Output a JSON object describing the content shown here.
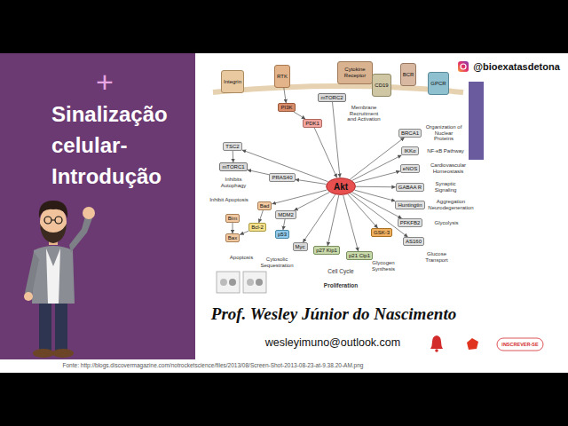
{
  "diagram": {
    "title": "Sinalização celular- Introdução",
    "nodes": [
      {
        "text": [
          "Integrin"
        ]
      },
      {
        "text": [
          "RTK"
        ]
      },
      {
        "text": [
          "Cytokine Receptor"
        ]
      },
      {
        "text": [
          "CD19"
        ]
      },
      {
        "text": [
          "BCR"
        ]
      },
      {
        "text": [
          "GPCR"
        ]
      },
      {
        "text": [
          "mTORC2"
        ]
      },
      {
        "text": [
          "PI3K"
        ]
      },
      {
        "text": [
          "PDK1"
        ]
      },
      {
        "text": [
          "BRCA1"
        ]
      },
      {
        "text": [
          "TSC2"
        ]
      },
      {
        "text": [
          "IKKα"
        ]
      },
      {
        "text": [
          "mTORC1"
        ]
      },
      {
        "text": [
          "eNOS"
        ]
      },
      {
        "text": [
          "PRAS40"
        ]
      },
      {
        "text": [
          "Akt"
        ]
      },
      {
        "text": [
          "GABAA R"
        ]
      },
      {
        "text": [
          "Huntingtin"
        ]
      },
      {
        "text": [
          "Bad"
        ]
      },
      {
        "text": [
          "MDM2"
        ]
      },
      {
        "text": [
          "Bim"
        ]
      },
      {
        "text": [
          "PFKFB2"
        ]
      },
      {
        "text": [
          "Bcl-2"
        ]
      },
      {
        "text": [
          "p53"
        ]
      },
      {
        "text": [
          "GSK-3"
        ]
      },
      {
        "text": [
          "Bax"
        ]
      },
      {
        "text": [
          "AS160"
        ]
      },
      {
        "text": [
          "Myc"
        ]
      },
      {
        "text": [
          "p27 Kip1"
        ]
      },
      {
        "text": [
          "p21 Cip1"
        ]
      }
    ],
    "edges": [
      {
        "from": 1,
        "to": 7,
        "arrow": "to"
      },
      {
        "from": 7,
        "to": 8,
        "arrow": "to"
      },
      {
        "from": 8,
        "to": 15,
        "arrow": "to"
      },
      {
        "from": 6,
        "to": 15,
        "arrow": "to"
      },
      {
        "from": 15,
        "to": 10,
        "arrow": "to"
      },
      {
        "from": 10,
        "to": 12,
        "arrow": "to"
      },
      {
        "from": 15,
        "to": 14,
        "arrow": "to"
      },
      {
        "from": 14,
        "to": 12,
        "arrow": "to"
      },
      {
        "from": 15,
        "to": 18,
        "arrow": "to"
      },
      {
        "from": 18,
        "to": 22,
        "arrow": "to"
      },
      {
        "from": 20,
        "to": 25,
        "arrow": "to"
      },
      {
        "from": 22,
        "to": 25,
        "arrow": "to"
      },
      {
        "from": 15,
        "to": 19,
        "arrow": "to"
      },
      {
        "from": 19,
        "to": 23,
        "arrow": "to"
      },
      {
        "from": 15,
        "to": 27,
        "arrow": "to"
      },
      {
        "from": 15,
        "to": 28,
        "arrow": "to"
      },
      {
        "from": 15,
        "to": 29,
        "arrow": "to"
      },
      {
        "from": 15,
        "to": 24,
        "arrow": "to"
      },
      {
        "from": 15,
        "to": 26,
        "arrow": "to"
      },
      {
        "from": 15,
        "to": 21,
        "arrow": "to"
      },
      {
        "from": 15,
        "to": 17,
        "arrow": "to"
      },
      {
        "from": 15,
        "to": 16,
        "arrow": "to"
      },
      {
        "from": 15,
        "to": 13,
        "arrow": "to"
      },
      {
        "from": 15,
        "to": 11,
        "arrow": "to"
      },
      {
        "from": 15,
        "to": 9,
        "arrow": "to"
      }
    ],
    "labels": [
      "+",
      "@bioexatasdetona",
      "Prof. Wesley Júnior do Nascimento",
      "wesleyimuno@outlook.com",
      "INSCREVER-SE",
      "Fonte: http://blogs.discovermagazine.com/notrocketscience/files/2013/08/Screen-Shot-2013-08-23-at-9.38.20-AM.png",
      "Membrane Recruitment and Activation",
      "Inhibits Autophagy",
      "Inhibit Apoptosis",
      "Apoptosis",
      "Cytosolic Sequestration",
      "Cell Cycle",
      "Proliferation",
      "Glycogen Synthesis",
      "Glucose Transport",
      "Glycolysis",
      "Aggregation Neurodegeneration",
      "Synaptic Signaling",
      "Cardiovascular Homeostasis",
      "NF-κB Pathway",
      "Organization of Nuclear Proteins"
    ]
  }
}
